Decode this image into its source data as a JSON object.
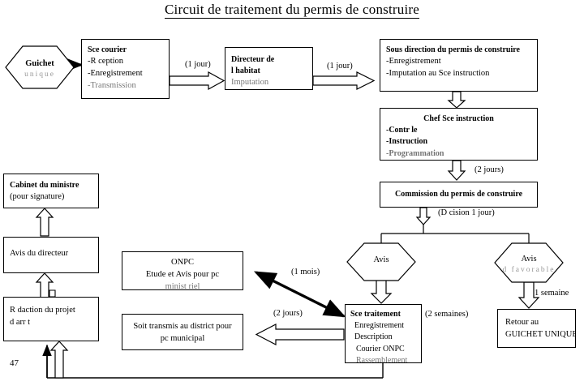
{
  "document": {
    "title": "Circuit de traitement du permis de construire",
    "page_number": "47"
  },
  "nodes": {
    "guichet": {
      "label": "Guichet",
      "sub": "unique",
      "shape": "hexagon"
    },
    "sce_courier": {
      "header": "Sce courier",
      "lines": [
        "-R ception",
        "-Enregistrement",
        "-Transmission"
      ]
    },
    "directeur_habitat": {
      "lines": [
        "Directeur de",
        "l habitat",
        "Imputation"
      ]
    },
    "sous_direction": {
      "header": "Sous direction du permis de construire",
      "lines": [
        "-Enregistrement",
        "-Imputation au Sce instruction"
      ]
    },
    "chef_sce_instruction": {
      "header": "Chef Sce instruction",
      "lines": [
        "-Contr le",
        "-Instruction",
        "-Programmation"
      ]
    },
    "commission": {
      "header": "Commission du permis de construire"
    },
    "avis_favorable": {
      "label": "Avis",
      "sub": "",
      "shape": "hexagon"
    },
    "avis_defavorable": {
      "label": "Avis",
      "sub": "d favorable",
      "shape": "hexagon"
    },
    "sce_traitement": {
      "header": "Sce traitement",
      "lines": [
        "Enregistrement",
        "Description",
        "Courier  ONPC",
        "Rassemblement"
      ]
    },
    "retour_guichet": {
      "lines": [
        "Retour au",
        "GUICHET UNIQUE"
      ]
    },
    "onpc": {
      "lines": [
        "ONPC",
        "Etude et Avis pour pc",
        "minist riel"
      ]
    },
    "soit_transmis": {
      "lines": [
        "Soit transmis au district pour",
        "pc municipal"
      ]
    },
    "redaction_projet": {
      "lines": [
        "R  daction du projet",
        "d arr  t"
      ]
    },
    "avis_directeur": {
      "lines": [
        "Avis du directeur"
      ]
    },
    "cabinet_ministre": {
      "header": "Cabinet du ministre",
      "lines": [
        "(pour signature)"
      ]
    }
  },
  "edge_labels": {
    "guichet_to_courier": "",
    "courier_to_directeur": "(1 jour)",
    "directeur_to_sousdirection": "(1 jour)",
    "chef_to_commission": "(2 jours)",
    "commission_to_avis": "(D  cision 1 jour)",
    "avis_defav_to_retour": "1 semaine",
    "traitement_to_onpc": "(1 mois)",
    "traitement_to_district": "(2 jours)",
    "avis_fav_to_traitement": "(2 semaines)"
  },
  "colors": {
    "stroke": "#000000",
    "background": "#ffffff"
  }
}
